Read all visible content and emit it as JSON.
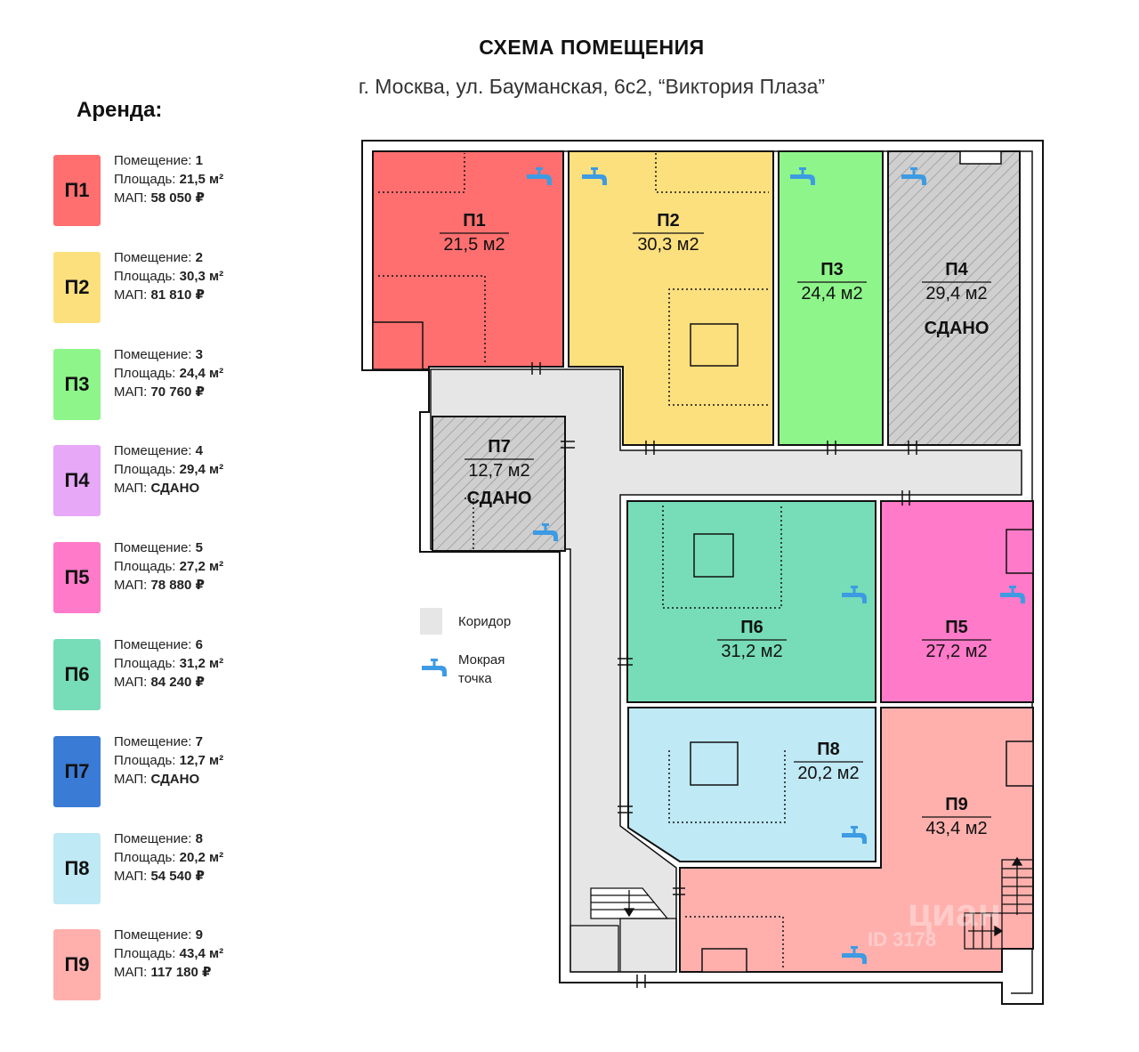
{
  "header": {
    "title": "СХЕМА ПОМЕЩЕНИЯ",
    "subtitle": "г. Москва, ул. Бауманская, 6с2, “Виктория Плаза”"
  },
  "legend": {
    "heading": "Аренда:",
    "label_room": "Помещение:",
    "label_area": "Площадь:",
    "label_price": "МАП:",
    "items": [
      {
        "code": "П1",
        "room": "1",
        "area": "21,5 м²",
        "price": "58 050 ₽",
        "color": "#ff6f6f"
      },
      {
        "code": "П2",
        "room": "2",
        "area": "30,3 м²",
        "price": "81 810 ₽",
        "color": "#fde07e"
      },
      {
        "code": "П3",
        "room": "3",
        "area": "24,4 м²",
        "price": "70 760 ₽",
        "color": "#8ef58a"
      },
      {
        "code": "П4",
        "room": "4",
        "area": "29,4 м²",
        "price": "СДАНО",
        "color": "#e6a8f7"
      },
      {
        "code": "П5",
        "room": "5",
        "area": "27,2 м²",
        "price": "78 880 ₽",
        "color": "#ff7ac8"
      },
      {
        "code": "П6",
        "room": "6",
        "area": "31,2 м²",
        "price": "84 240 ₽",
        "color": "#76ddb8"
      },
      {
        "code": "П7",
        "room": "7",
        "area": "12,7 м²",
        "price": "СДАНО",
        "color": "#3a7bd5"
      },
      {
        "code": "П8",
        "room": "8",
        "area": "20,2 м²",
        "price": "54 540 ₽",
        "color": "#bfe9f5"
      },
      {
        "code": "П9",
        "room": "9",
        "area": "43,4 м²",
        "price": "117 180 ₽",
        "color": "#ffb0ad"
      }
    ]
  },
  "key": {
    "corridor": "Коридор",
    "wet_point_line1": "Мокрая",
    "wet_point_line2": "точка",
    "corridor_color": "#e6e6e6",
    "wet_point_color": "#3d9be3"
  },
  "plan": {
    "rooms": [
      {
        "code": "П1",
        "area": "21,5 м2"
      },
      {
        "code": "П2",
        "area": "30,3 м2"
      },
      {
        "code": "П3",
        "area": "24,4 м2"
      },
      {
        "code": "П4",
        "area": "29,4 м2",
        "status": "СДАНО"
      },
      {
        "code": "П5",
        "area": "27,2 м2"
      },
      {
        "code": "П6",
        "area": "31,2 м2"
      },
      {
        "code": "П7",
        "area": "12,7 м2",
        "status": "СДАНО"
      },
      {
        "code": "П8",
        "area": "20,2 м2"
      },
      {
        "code": "П9",
        "area": "43,4 м2"
      }
    ],
    "rented_fill": "#cfcfcf"
  },
  "watermark": {
    "brand": "циан",
    "id_text": "ID 3178"
  }
}
